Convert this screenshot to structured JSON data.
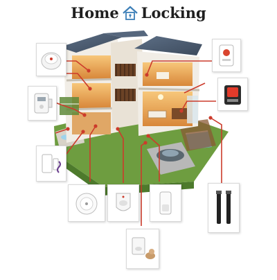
{
  "header": {
    "title_left": "Home",
    "title_right": "Locking",
    "logo_icon": "house-logo-icon"
  },
  "colors": {
    "accent": "#d9452f",
    "connector": "#cc3b2b",
    "roof": "#4b5b70",
    "wall": "#f1ede6",
    "interior_light": "#f3b15a",
    "wood": "#8a5a34",
    "pool": "#6fb7de",
    "lawn": "#6e9d40",
    "text": "#1f1f1f"
  },
  "devices": [
    {
      "name": "smoke-detector",
      "icon": "smoke-detector-icon"
    },
    {
      "name": "gas-detector",
      "icon": "gas-detector-icon"
    },
    {
      "name": "door-window-sensor",
      "icon": "door-sensor-icon"
    },
    {
      "name": "smoke-alarm",
      "icon": "smoke-alarm-icon"
    },
    {
      "name": "pir-motion-sensor",
      "icon": "pir-sensor-icon"
    },
    {
      "name": "curtain-sensor",
      "icon": "curtain-sensor-icon"
    },
    {
      "name": "pet-immune-pir",
      "icon": "pet-pir-icon"
    },
    {
      "name": "beam-detector",
      "icon": "beam-detector-icon"
    },
    {
      "name": "panic-button",
      "icon": "panic-button-icon"
    },
    {
      "name": "outdoor-siren",
      "icon": "siren-icon"
    }
  ]
}
